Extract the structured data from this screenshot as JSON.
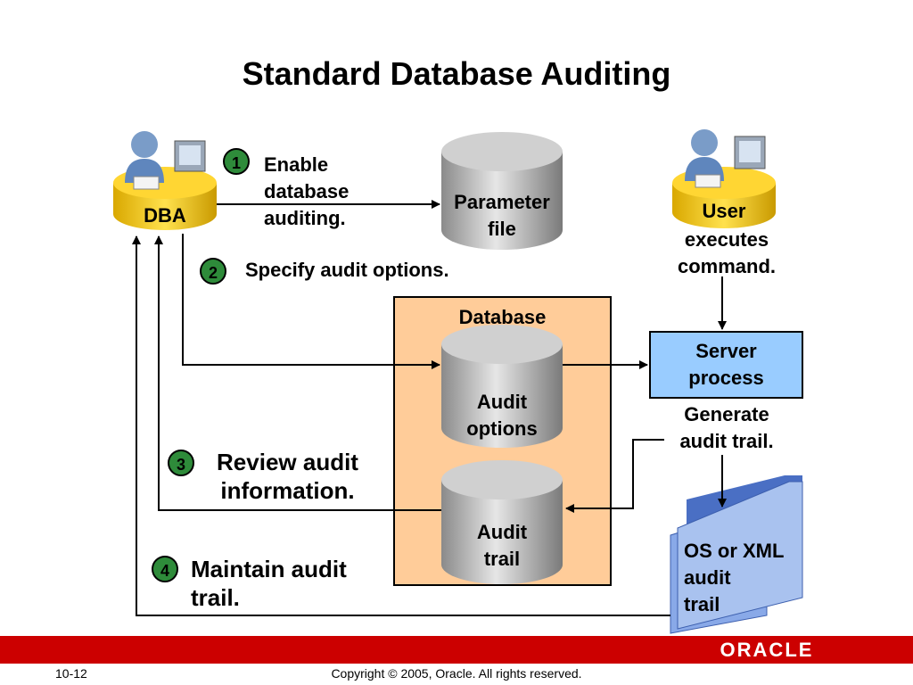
{
  "title": "Standard Database Auditing",
  "actors": {
    "dba": "DBA",
    "user": "User"
  },
  "steps": [
    {
      "number": "1",
      "text_lines": [
        "Enable",
        "database",
        "auditing."
      ]
    },
    {
      "number": "2",
      "text": "Specify audit options."
    },
    {
      "number": "3",
      "text_lines": [
        "Review audit",
        "information."
      ]
    },
    {
      "number": "4",
      "text_lines": [
        "Maintain audit",
        "trail."
      ]
    }
  ],
  "user_action_lines": [
    "executes",
    "command."
  ],
  "parameter_file_lines": [
    "Parameter",
    "file"
  ],
  "database_label": "Database",
  "audit_options_lines": [
    "Audit",
    "options"
  ],
  "audit_trail_lines": [
    "Audit",
    "trail"
  ],
  "server_process_lines": [
    "Server",
    "process"
  ],
  "generate_lines": [
    "Generate",
    "audit trail."
  ],
  "os_xml_lines": [
    "OS or XML",
    "audit",
    "trail"
  ],
  "footer": {
    "page": "10-12",
    "copyright": "Copyright © 2005, Oracle.  All rights reserved.",
    "logo": "ORACLE"
  },
  "colors": {
    "badge": "#2e8b3a",
    "database_box": "#ffcc99",
    "server_box": "#99ccff",
    "footer_bar": "#cc0000",
    "folder": "#6d8fd6"
  }
}
